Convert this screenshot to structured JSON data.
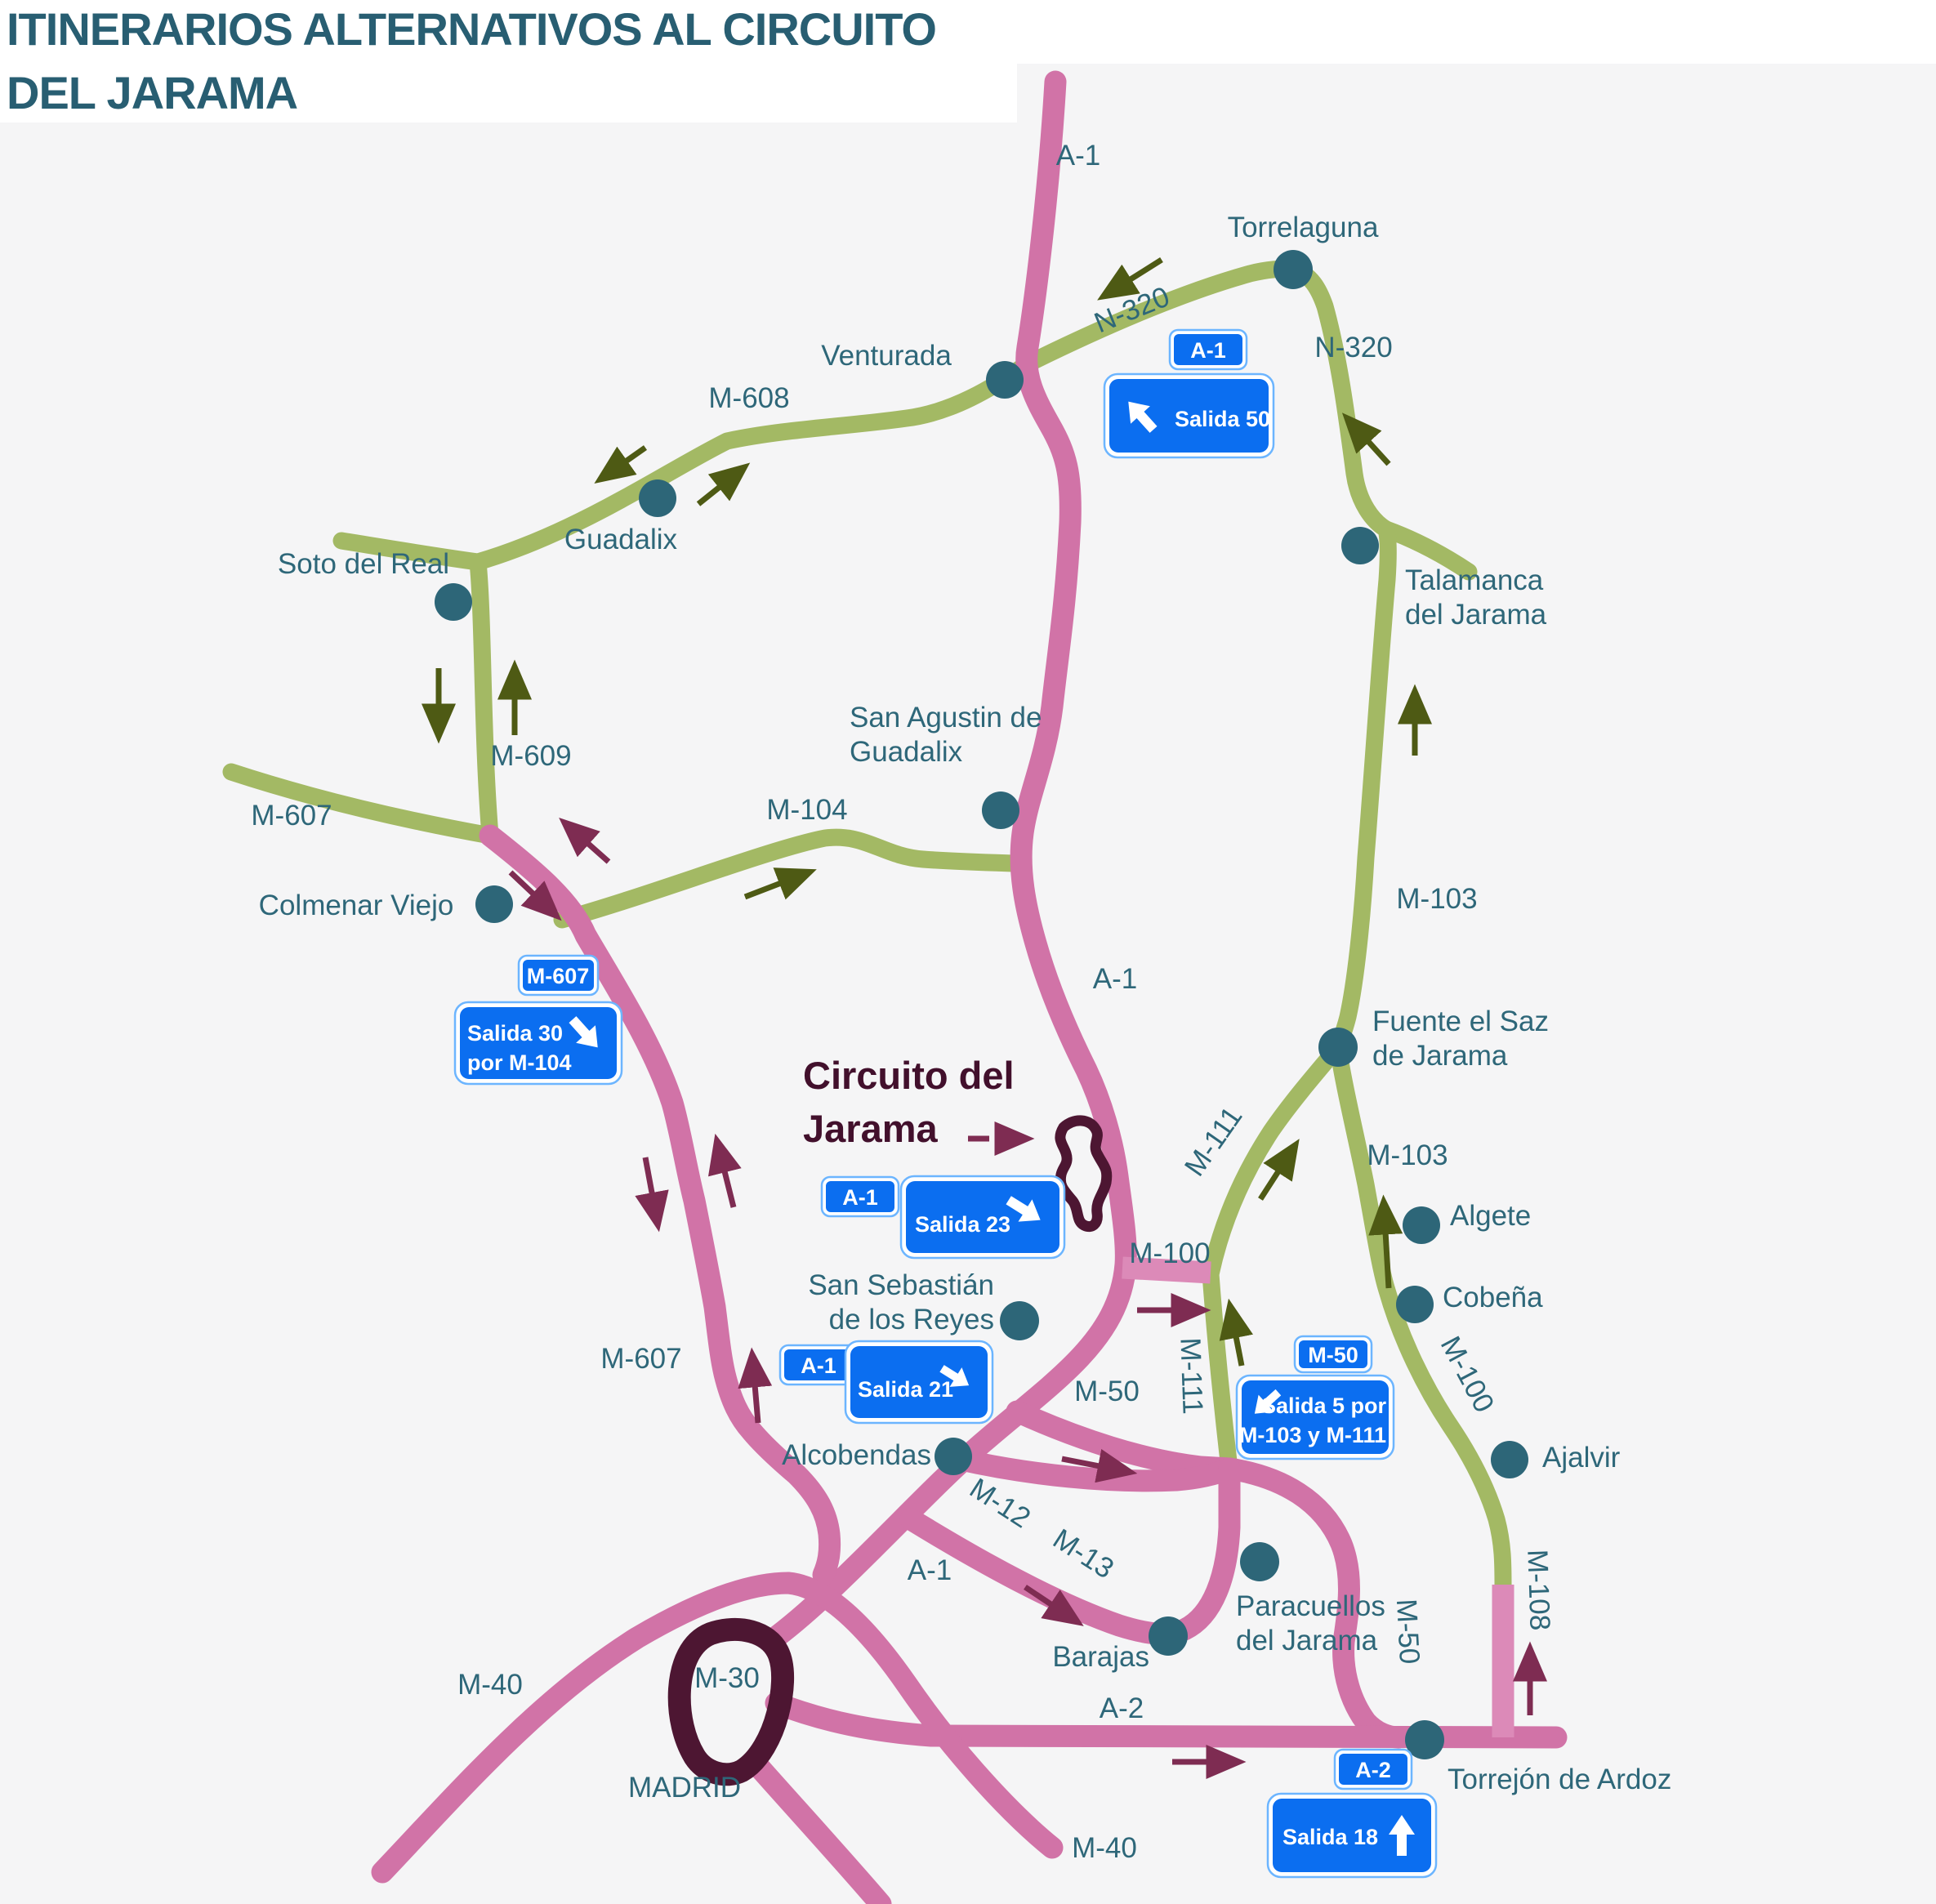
{
  "title": {
    "line1": "ITINERARIOS ALTERNATIVOS AL CIRCUITO",
    "line2": "DEL JARAMA"
  },
  "circuit": {
    "line1": "Circuito del",
    "line2": "Jarama"
  },
  "colors": {
    "title_text": "#285e72",
    "map_background": "#f5f5f6",
    "main_road_pink": "#d173a7",
    "alt_route_green": "#a3b964",
    "circuit_dark_maroon": "#4d1632",
    "town_teal": "#2d6678",
    "sign_blue": "#0b6ef0",
    "arrow_olive": "#4e5a14",
    "arrow_maroon": "#7e2c52"
  },
  "towns": [
    {
      "name": "Torrelaguna",
      "name2": ""
    },
    {
      "name": "Venturada",
      "name2": ""
    },
    {
      "name": "Guadalix",
      "name2": ""
    },
    {
      "name": "Soto del Real",
      "name2": ""
    },
    {
      "name": "Colmenar Viejo",
      "name2": ""
    },
    {
      "name": "San Agustin de",
      "name2": "Guadalix"
    },
    {
      "name": "Talamanca",
      "name2": "del Jarama"
    },
    {
      "name": "Fuente el Saz",
      "name2": "de Jarama"
    },
    {
      "name": "Algete",
      "name2": ""
    },
    {
      "name": "Cobeña",
      "name2": ""
    },
    {
      "name": "Ajalvir",
      "name2": ""
    },
    {
      "name": "San Sebastián",
      "name2": "de los Reyes"
    },
    {
      "name": "Alcobendas",
      "name2": ""
    },
    {
      "name": "Paracuellos",
      "name2": "del Jarama"
    },
    {
      "name": "Barajas",
      "name2": ""
    },
    {
      "name": "Torrejón de Ardoz",
      "name2": ""
    },
    {
      "name": "MADRID",
      "name2": ""
    }
  ],
  "road_labels": [
    {
      "text": "A-1"
    },
    {
      "text": "N-320"
    },
    {
      "text": "N-320"
    },
    {
      "text": "M-608"
    },
    {
      "text": "M-609"
    },
    {
      "text": "M-607"
    },
    {
      "text": "M-104"
    },
    {
      "text": "A-1"
    },
    {
      "text": "M-103"
    },
    {
      "text": "M-103"
    },
    {
      "text": "M-100"
    },
    {
      "text": "M-111"
    },
    {
      "text": "M-111"
    },
    {
      "text": "M-607"
    },
    {
      "text": "M-50"
    },
    {
      "text": "M-50"
    },
    {
      "text": "M-100"
    },
    {
      "text": "M-108"
    },
    {
      "text": "M-12"
    },
    {
      "text": "M-13"
    },
    {
      "text": "A-1"
    },
    {
      "text": "A-2"
    },
    {
      "text": "M-40"
    },
    {
      "text": "M-40"
    },
    {
      "text": "M-30"
    }
  ],
  "signs": [
    {
      "badge": "A-1",
      "line1": "Salida 50",
      "line2": "",
      "arrow": "up-left"
    },
    {
      "badge": "M-607",
      "line1": "Salida 30",
      "line2": "por M-104",
      "arrow": "down-right"
    },
    {
      "badge": "A-1",
      "line1": "Salida 23",
      "line2": "",
      "arrow": "down-right"
    },
    {
      "badge": "A-1",
      "line1": "Salida 21",
      "line2": "",
      "arrow": "down-right"
    },
    {
      "badge": "M-50",
      "line1": "Salida 5 por",
      "line2": "M-103 y M-111",
      "arrow": "down-left"
    },
    {
      "badge": "A-2",
      "line1": "Salida 18",
      "line2": "",
      "arrow": "up"
    }
  ]
}
